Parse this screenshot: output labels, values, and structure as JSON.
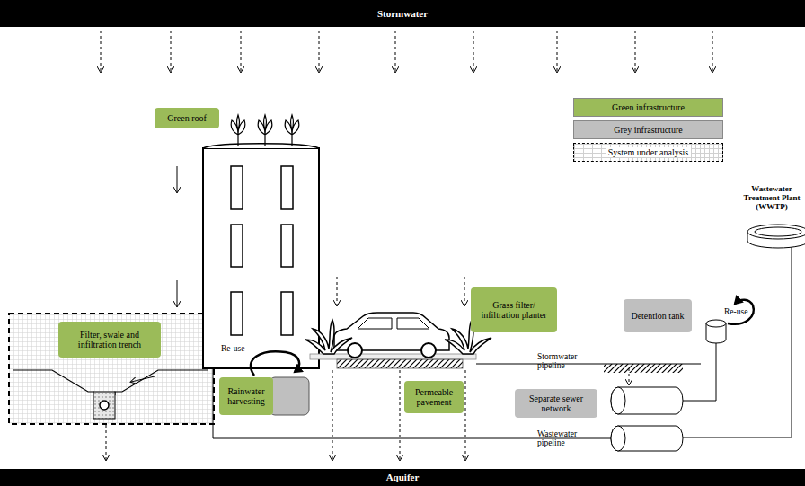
{
  "diagram": {
    "nodes": [
      {
        "text": [
          "Stormwater"
        ]
      },
      {
        "text": [
          "Green roof"
        ]
      },
      {
        "text": [
          "Filter, swale and infiltration trench"
        ]
      },
      {
        "text": [
          "Rainwater harvesting"
        ]
      },
      {
        "text": [
          "Grass filter/ infiltration planter"
        ]
      },
      {
        "text": [
          "Permeable pavement"
        ]
      },
      {
        "text": [
          "Detention tank"
        ]
      },
      {
        "text": [
          "Separate sewer network"
        ]
      },
      {
        "text": [
          "Aquifer"
        ]
      }
    ],
    "labels": [
      "Re-use",
      "Re-use",
      "Stormwater pipeline",
      "Wastewater pipeline",
      "Wastewater Treatment Plant (WWTP)"
    ],
    "legend": [
      {
        "text": "Green infrastructure",
        "color": "#9bbb59"
      },
      {
        "text": "Grey infrastructure",
        "color": "#bfbfbf"
      },
      {
        "text": "System under analysis"
      }
    ]
  }
}
